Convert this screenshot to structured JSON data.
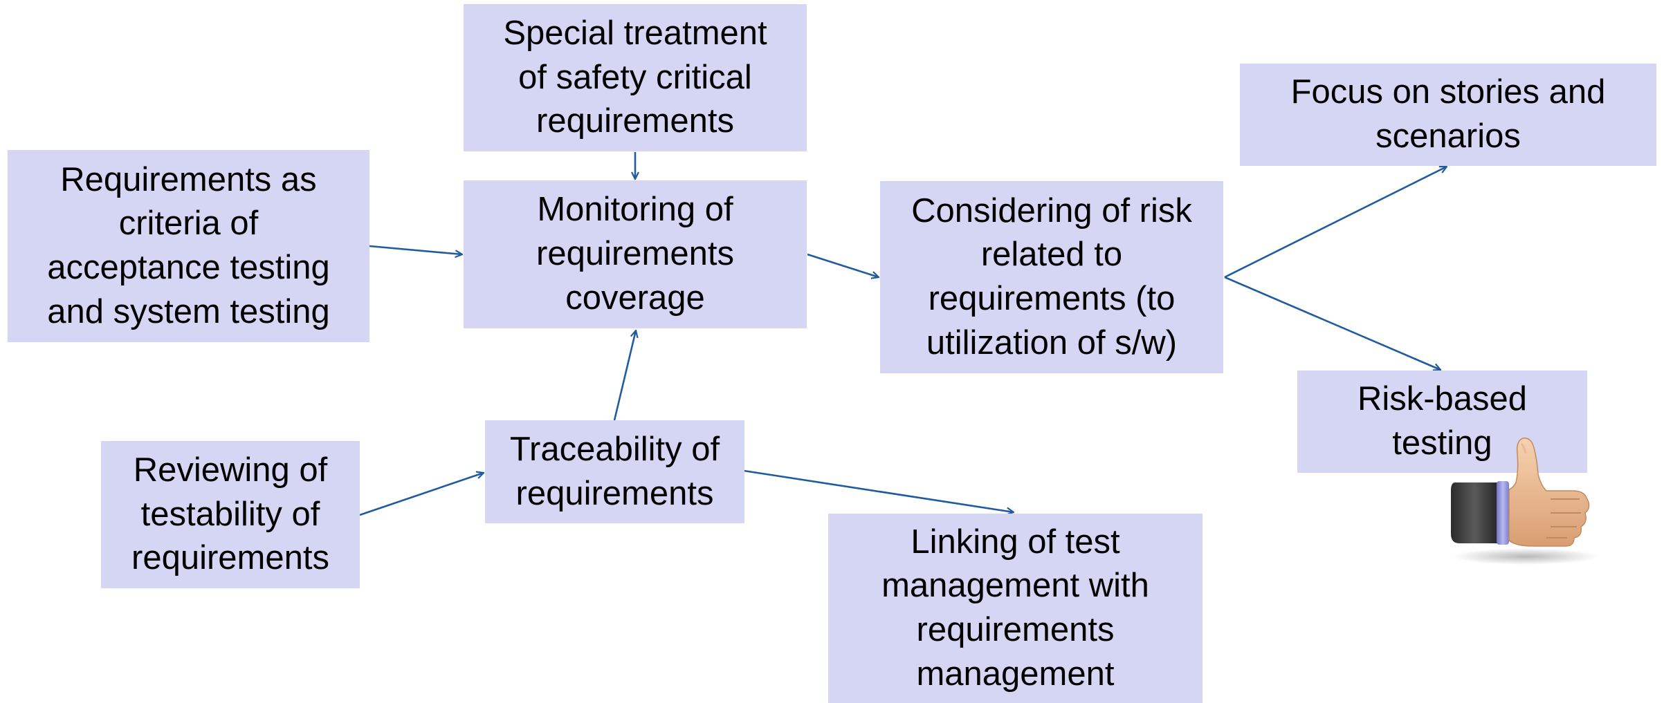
{
  "diagram": {
    "accent_color": "#d4d6f3",
    "arrow_color": "#1f5b9e",
    "nodes": {
      "special_treatment": "Special treatment\nof safety critical\nrequirements",
      "requirements_criteria": "Requirements as\ncriteria of\nacceptance testing\nand system testing",
      "monitoring_coverage": "Monitoring of\nrequirements\ncoverage",
      "considering_risk": "Considering of risk\nrelated to\nrequirements (to\nutilization of s/w)",
      "focus_stories": "Focus on stories and\nscenarios",
      "risk_based_testing": "Risk-based\ntesting",
      "reviewing_testability": "Reviewing of\ntestability of\nrequirements",
      "traceability": "Traceability of\nrequirements",
      "linking_test_management": "Linking of test\nmanagement with\nrequirements\nmanagement"
    },
    "icon": "thumbs-up-icon"
  }
}
